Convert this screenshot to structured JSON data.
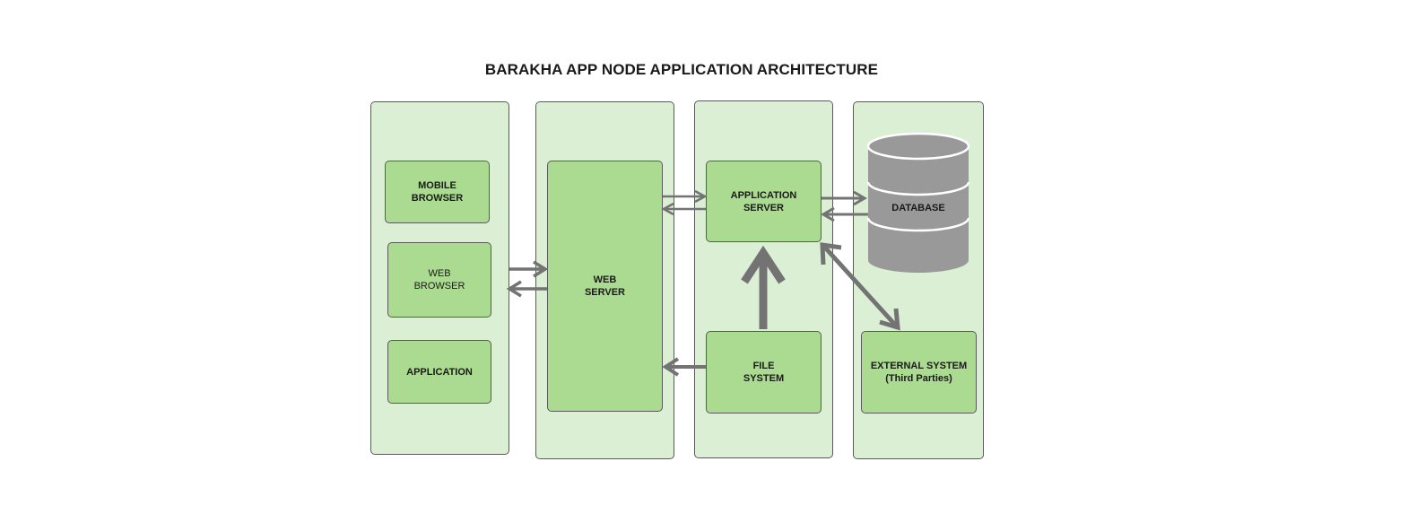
{
  "title": "BARAKHA APP NODE APPLICATION ARCHITECTURE",
  "nodes": {
    "mobile_browser": [
      "MOBILE",
      "BROWSER"
    ],
    "web_browser": [
      "WEB",
      "BROWSER"
    ],
    "application": [
      "APPLICATION"
    ],
    "web_server": [
      "WEB",
      "SERVER"
    ],
    "application_server": [
      "APPLICATION",
      "SERVER"
    ],
    "file_system": [
      "FILE",
      "SYSTEM"
    ],
    "database": "DATABASE",
    "external_system": [
      "EXTERNAL SYSTEM",
      "(Third Parties)"
    ]
  },
  "colors": {
    "lane_fill": "#dbefd4",
    "box_fill": "#abdb90",
    "border": "#5a5a5a",
    "arrow": "#737373",
    "database_fill": "#999999"
  }
}
